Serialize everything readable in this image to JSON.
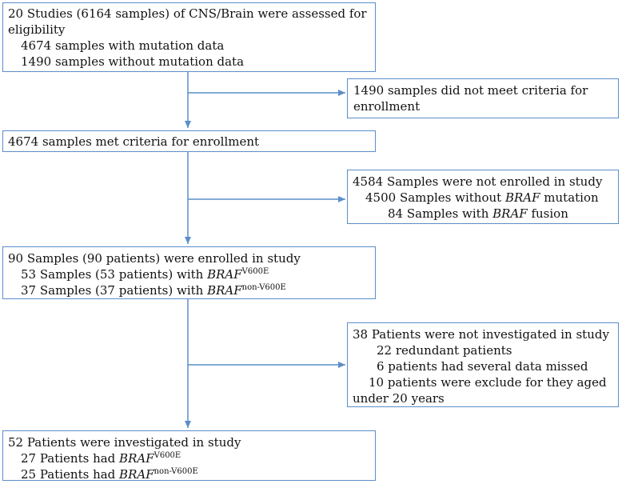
{
  "box1": {
    "title": "20 Studies (6164 samples) of CNS/Brain were assessed for eligibility",
    "line1": "4674 samples with mutation data",
    "line2": "1490 samples without mutation data"
  },
  "excl1": {
    "text": "1490 samples did not meet  criteria for enrollment"
  },
  "box2": {
    "title": "4674 samples met criteria for enrollment"
  },
  "excl2": {
    "title": "4584 Samples were not enrolled in study",
    "line1_pre": "4500 Samples without ",
    "line1_gene": "BRAF",
    "line1_post": " mutation",
    "line2_pre": "84 Samples with ",
    "line2_gene": "BRAF",
    "line2_post": " fusion"
  },
  "box3": {
    "title": "90 Samples (90 patients) were enrolled in study",
    "line1_pre": "53 Samples (53 patients) with ",
    "line1_gene": "BRAF",
    "line1_sup": "V600E",
    "line2_pre": "37 Samples (37 patients) with ",
    "line2_gene": "BRAF",
    "line2_sup": "non-V600E"
  },
  "excl3": {
    "title": "38 Patients were not investigated in study",
    "line1": "22 redundant patients",
    "line2": "6 patients had several data missed",
    "line3": "10 patients were exclude for they aged under 20 years"
  },
  "box4": {
    "title": "52 Patients were investigated in study",
    "line1_pre": "27 Patients had ",
    "line1_gene": "BRAF",
    "line1_sup": "V600E",
    "line2_pre": "25 Patients had ",
    "line2_gene": "BRAF",
    "line2_sup": "non-V600E"
  },
  "colors": {
    "stroke": "#5b8fc9"
  }
}
